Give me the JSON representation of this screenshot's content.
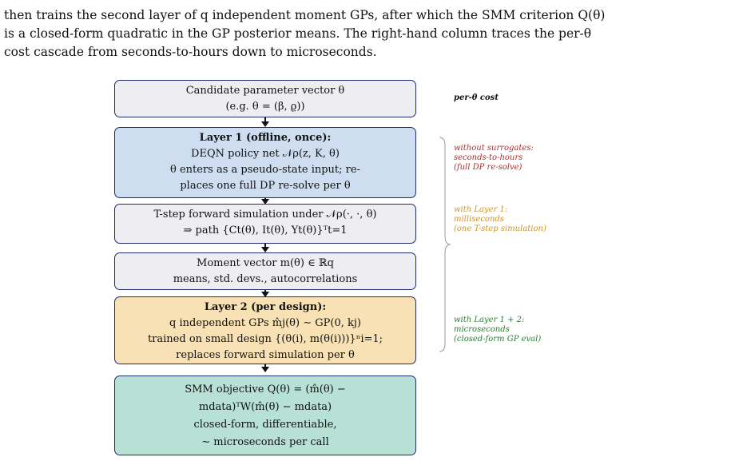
{
  "intro": {
    "lines": [
      "then trains the second layer of q independent moment GPs, after which the SMM criterion Q(θ)",
      "is a closed-form quadratic in the GP posterior means. The right-hand column traces the per-θ",
      "cost cascade from seconds-to-hours down to microseconds."
    ]
  },
  "diagram": {
    "boxes": [
      {
        "id": "candidate",
        "lines": [
          "Candidate parameter vector θ",
          "(e.g. θ   =   (β, ϱ))"
        ]
      },
      {
        "id": "layer1",
        "heading": "Layer 1 (offline, once):",
        "lines": [
          "DEQN policy net 𝒩ρ(z, K, θ)",
          "θ enters as a pseudo-state input; re-",
          "places one full DP re-solve per θ"
        ]
      },
      {
        "id": "forward-sim",
        "lines": [
          "T-step forward simulation under 𝒩ρ(·, ·, θ)",
          "⇒ path {Ct(θ), It(θ), Yt(θ)}ᵀt=1"
        ]
      },
      {
        "id": "moment-vector",
        "lines": [
          "Moment vector m(θ)   ∈   ℝq",
          "means, std. devs., autocorrelations"
        ]
      },
      {
        "id": "layer2",
        "heading": "Layer 2 (per design):",
        "lines": [
          "q independent GPs    m̂j(θ)  ∼  GP(0, kj)",
          "trained on small design {(θ(i), m(θ(i)))}ⁿi=1;",
          "replaces forward simulation per θ"
        ]
      },
      {
        "id": "smm",
        "lines": [
          "SMM objective    Q(θ)   =   (m̂(θ)  −",
          "mdata)ᵀW(m̂(θ)  −  mdata)",
          "closed-form, differentiable,",
          "∼ microseconds per call"
        ]
      }
    ],
    "cost_column": {
      "heading": "per-θ cost",
      "groups": [
        {
          "lines": [
            "without surrogates:",
            "seconds-to-hours",
            "(full DP re-solve)"
          ],
          "color": "#b52a2a"
        },
        {
          "lines": [
            "with Layer 1:",
            "milliseconds",
            "(one T-step simulation)"
          ],
          "color": "#c9972b"
        },
        {
          "lines": [
            "with Layer 1 + 2:",
            "microseconds",
            "(closed-form GP eval)"
          ],
          "color": "#2c7d34"
        }
      ]
    }
  }
}
